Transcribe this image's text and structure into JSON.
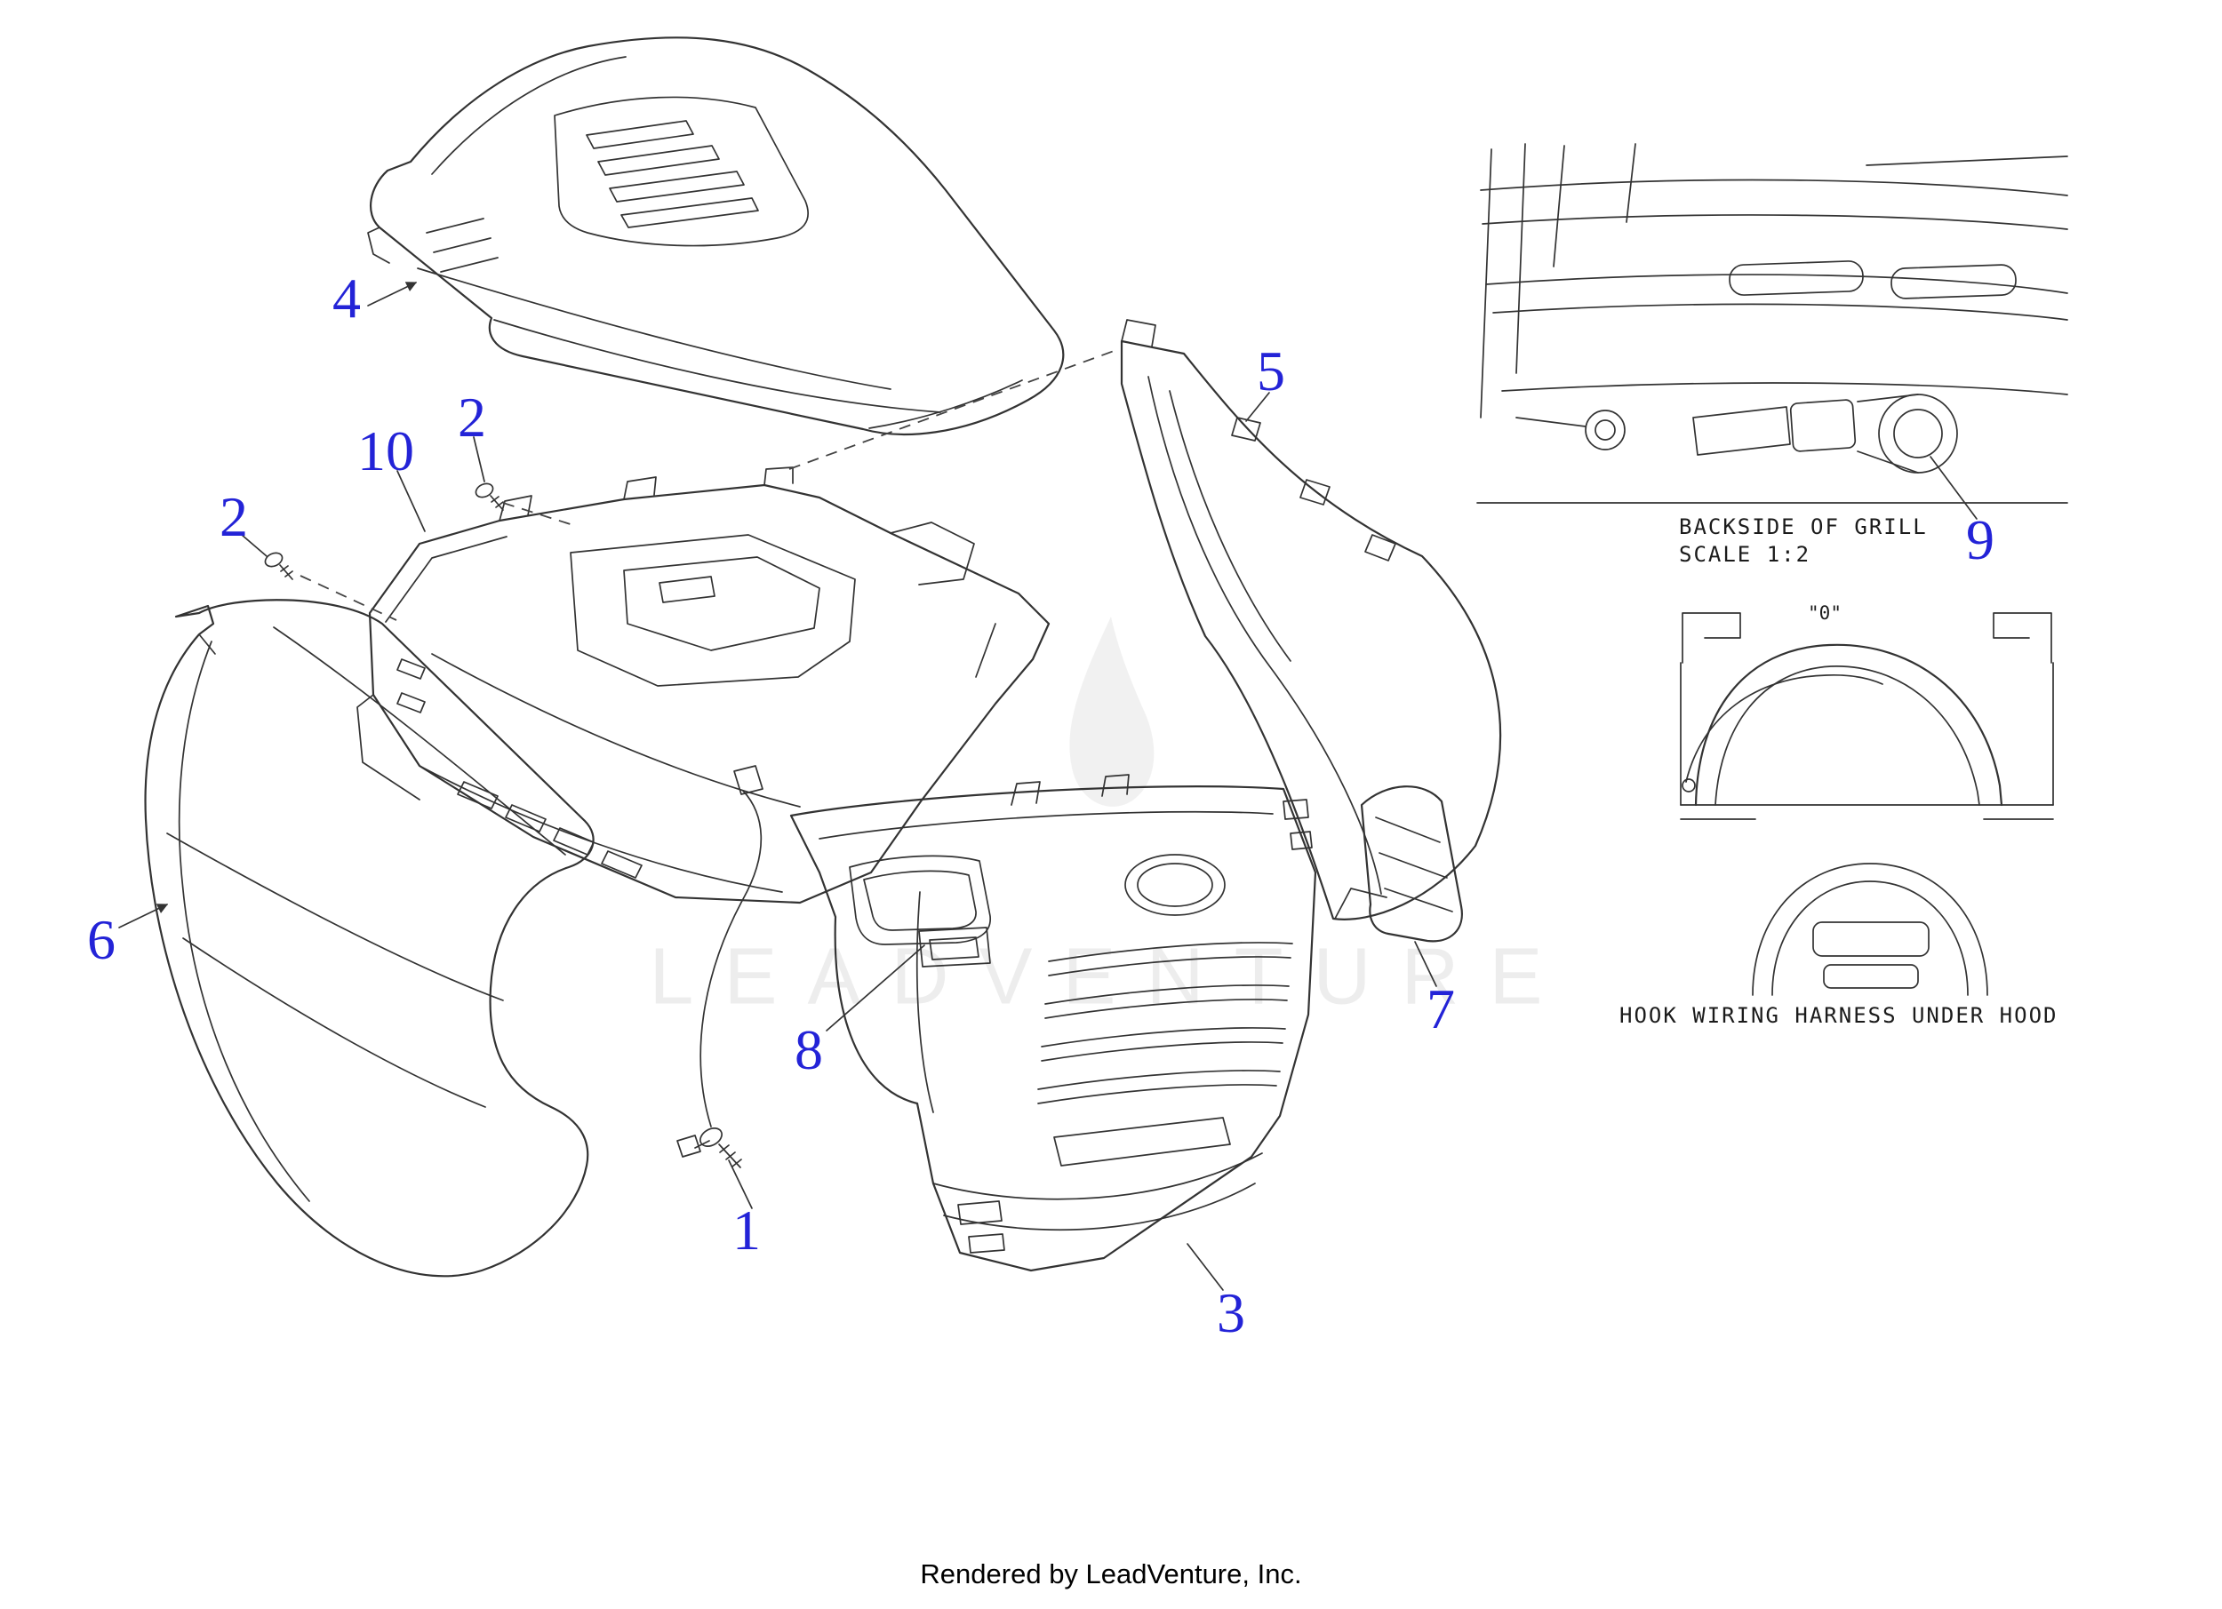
{
  "page": {
    "footer": "Rendered by LeadVenture, Inc.",
    "watermark_text": "LEADVENTURE",
    "background": "#ffffff"
  },
  "diagram": {
    "colors": {
      "callout_blue": "#2323d7",
      "line": "#333333"
    },
    "callouts": [
      {
        "label": "4"
      },
      {
        "label": "2"
      },
      {
        "label": "10"
      },
      {
        "label": "2"
      },
      {
        "label": "5"
      },
      {
        "label": "9"
      },
      {
        "label": "6"
      },
      {
        "label": "8"
      },
      {
        "label": "7"
      },
      {
        "label": "1"
      },
      {
        "label": "3"
      }
    ],
    "insets": {
      "backside_of_grill": {
        "caption_line1": "BACKSIDE OF GRILL",
        "caption_line2": "SCALE 1:2"
      },
      "hook_harness": {
        "caption": "HOOK WIRING HARNESS UNDER HOOD",
        "zero_label": "\"0\""
      }
    }
  }
}
